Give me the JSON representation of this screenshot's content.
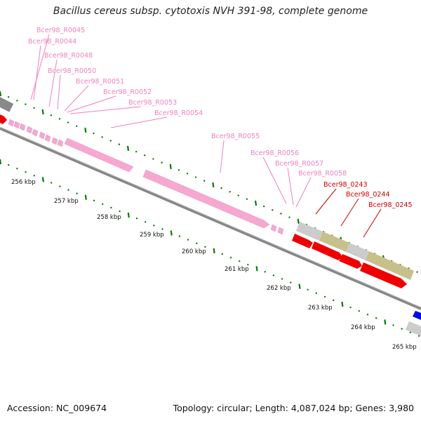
{
  "title": "Bacillus cereus subsp. cytotoxis NVH 391-98, complete genome",
  "footer": {
    "accession": "Accession: NC_009674",
    "summary": "Topology: circular; Length: 4,087,024 bp; Genes: 3,980"
  },
  "colors": {
    "rRNA_label": "#f080c0",
    "rRNA_feature": "#f6a8d0",
    "cds_label": "#cc0000",
    "cds_feature": "#ee0000",
    "other_feature": "#0000ee",
    "backbone": "#888888",
    "tick": "#0a7a0a",
    "region_grey": "#cccccc",
    "region_olive": "#c7c08a"
  },
  "tracks": {
    "scale_labels": [
      "256 kbp",
      "257 kbp",
      "258 kbp",
      "259 kbp",
      "260 kbp",
      "261 kbp",
      "262 kbp",
      "263 kbp",
      "264 kbp",
      "265 kbp"
    ]
  },
  "gene_labels": [
    {
      "text": "Bcer98_R0045",
      "type": "rRNA"
    },
    {
      "text": "Bcer98_R0044",
      "type": "rRNA"
    },
    {
      "text": "Bcer98_R0048",
      "type": "rRNA"
    },
    {
      "text": "Bcer98_R0050",
      "type": "rRNA"
    },
    {
      "text": "Bcer98_R0051",
      "type": "rRNA"
    },
    {
      "text": "Bcer98_R0052",
      "type": "rRNA"
    },
    {
      "text": "Bcer98_R0053",
      "type": "rRNA"
    },
    {
      "text": "Bcer98_R0054",
      "type": "rRNA"
    },
    {
      "text": "Bcer98_R0055",
      "type": "rRNA"
    },
    {
      "text": "Bcer98_R0056",
      "type": "rRNA"
    },
    {
      "text": "Bcer98_R0057",
      "type": "rRNA"
    },
    {
      "text": "Bcer98_R0058",
      "type": "rRNA"
    },
    {
      "text": "Bcer98_0243",
      "type": "CDS"
    },
    {
      "text": "Bcer98_0244",
      "type": "CDS"
    },
    {
      "text": "Bcer98_0245",
      "type": "CDS"
    }
  ]
}
